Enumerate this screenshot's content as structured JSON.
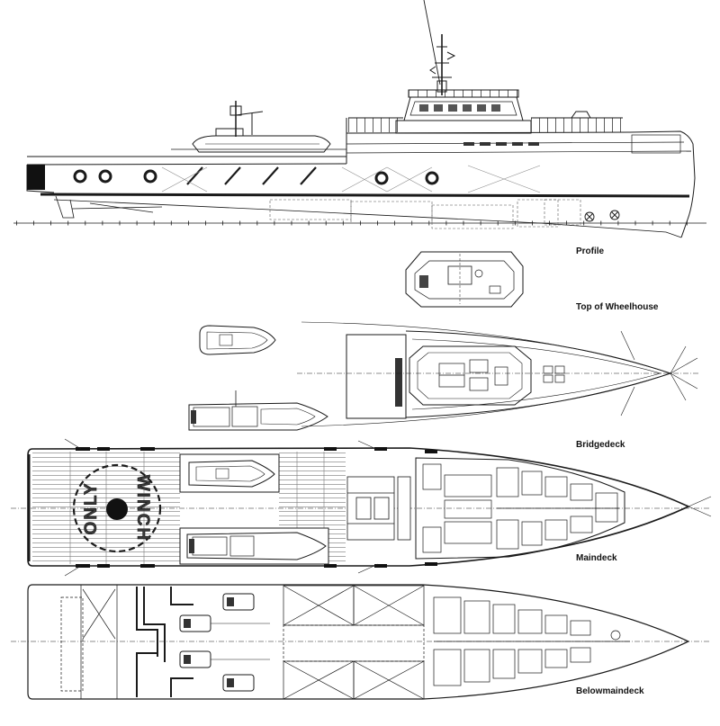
{
  "views": {
    "profile": "Profile",
    "top_of_wheelhouse": "Top of Wheelhouse",
    "bridgedeck": "Bridgedeck",
    "maindeck": "Maindeck",
    "belowmaindeck": "Belowmaindeck"
  },
  "winch_marking": {
    "first_word": "WINCH",
    "second_word": "ONLY"
  },
  "colors": {
    "line": "#1a1a1a",
    "background": "#ffffff",
    "hatch": "#7a7a7a"
  }
}
